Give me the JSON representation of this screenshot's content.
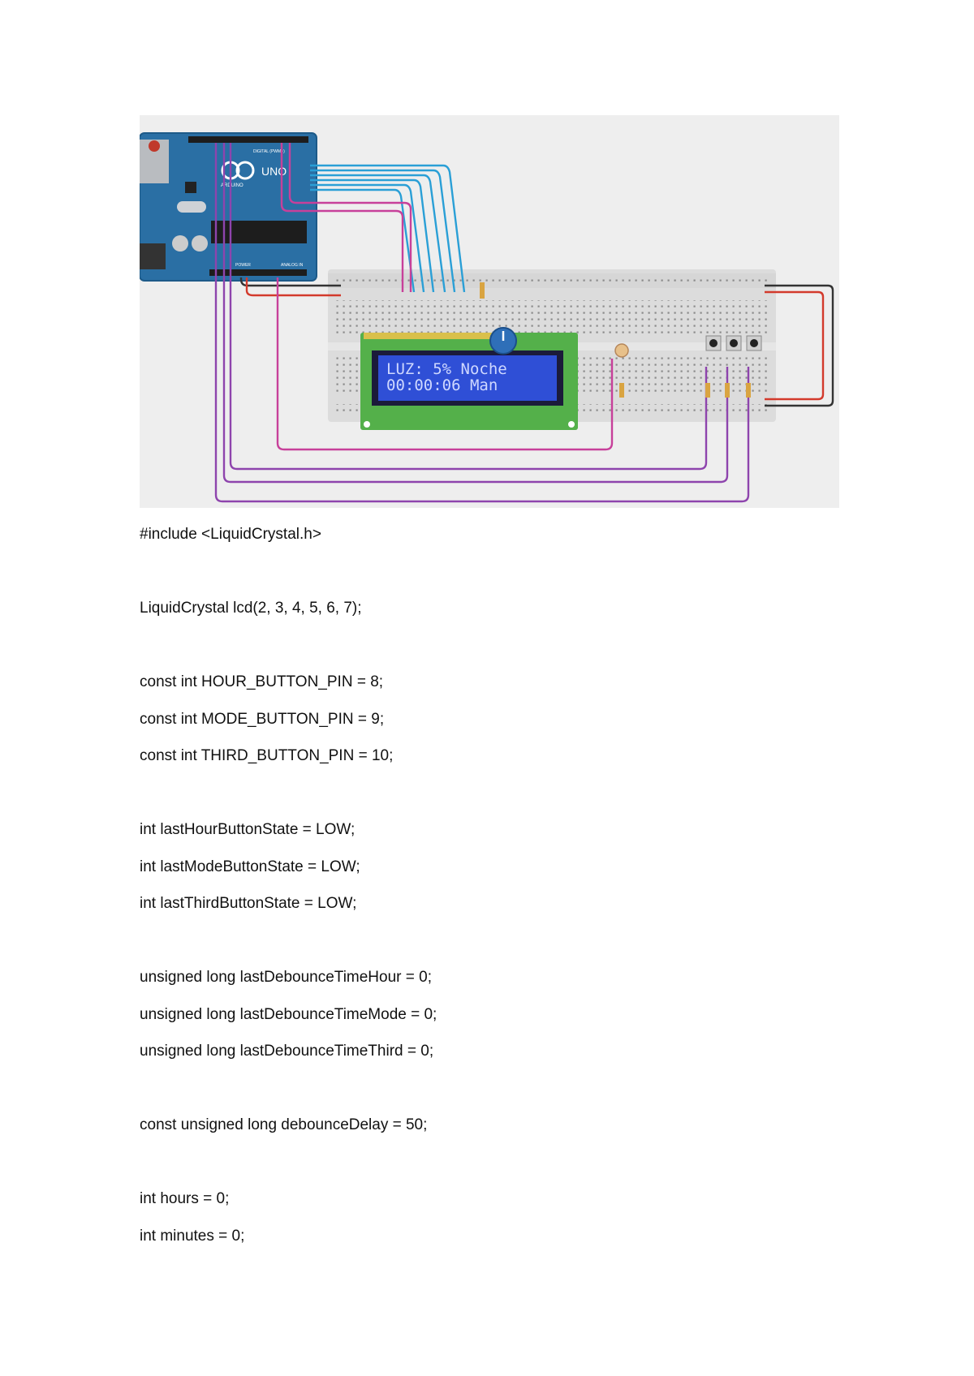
{
  "circuit_image": {
    "board": {
      "logo": "UNO",
      "brand": "ARDUINO",
      "header_labels": [
        "DIGITAL (PWM~)",
        "POWER",
        "ANALOG IN"
      ]
    },
    "lcd": {
      "line1": "LUZ: 5% Noche",
      "line2": "00:00:06 Man"
    }
  },
  "code_lines": [
    "#include <LiquidCrystal.h>",
    "LiquidCrystal lcd(2, 3, 4, 5, 6, 7);",
    "const int HOUR_BUTTON_PIN = 8;",
    "const int MODE_BUTTON_PIN = 9;",
    "const int THIRD_BUTTON_PIN = 10;",
    "int lastHourButtonState = LOW;",
    "int lastModeButtonState = LOW;",
    "int lastThirdButtonState = LOW;",
    "unsigned long lastDebounceTimeHour = 0;",
    "unsigned long lastDebounceTimeMode = 0;",
    "unsigned long lastDebounceTimeThird = 0;",
    "const unsigned long debounceDelay = 50;",
    "int hours = 0;",
    "int minutes = 0;"
  ]
}
